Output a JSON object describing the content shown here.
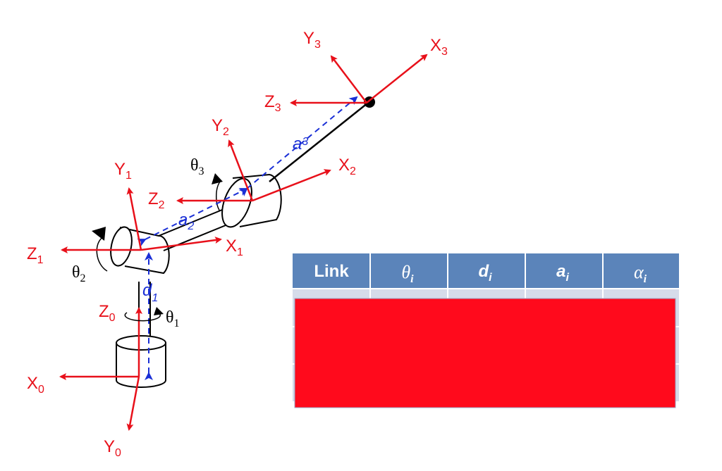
{
  "frames": {
    "x0": {
      "main": "X",
      "sub": "0"
    },
    "y0": {
      "main": "Y",
      "sub": "0"
    },
    "z0": {
      "main": "Z",
      "sub": "0"
    },
    "x1": {
      "main": "X",
      "sub": "1"
    },
    "y1": {
      "main": "Y",
      "sub": "1"
    },
    "z1": {
      "main": "Z",
      "sub": "1"
    },
    "x2": {
      "main": "X",
      "sub": "2"
    },
    "y2": {
      "main": "Y",
      "sub": "2"
    },
    "z2": {
      "main": "Z",
      "sub": "2"
    },
    "x3": {
      "main": "X",
      "sub": "3"
    },
    "y3": {
      "main": "Y",
      "sub": "3"
    },
    "z3": {
      "main": "Z",
      "sub": "3"
    }
  },
  "joint_angles": {
    "theta1": {
      "main": "θ",
      "sub": "1"
    },
    "theta2": {
      "main": "θ",
      "sub": "2"
    },
    "theta3": {
      "main": "θ",
      "sub": "3"
    }
  },
  "dimensions": {
    "d1": {
      "main": "d",
      "sub": "1"
    },
    "a2": {
      "main": "a",
      "sub": "2"
    },
    "a3": {
      "main": "a",
      "sub": "3"
    }
  },
  "dh_table": {
    "headers": [
      {
        "main": "Link",
        "sub": ""
      },
      {
        "main": "θ",
        "sub": "i"
      },
      {
        "main": "d",
        "sub": "i"
      },
      {
        "main": "a",
        "sub": "i"
      },
      {
        "main": "α",
        "sub": "i"
      }
    ],
    "header_color": "#5b84ba",
    "row_color": "#d6dcea",
    "overlay_color": "#ff0a1c"
  },
  "colors": {
    "frame_axis": "#e8101a",
    "dimension": "#1a2fd6",
    "link": "#000000"
  }
}
